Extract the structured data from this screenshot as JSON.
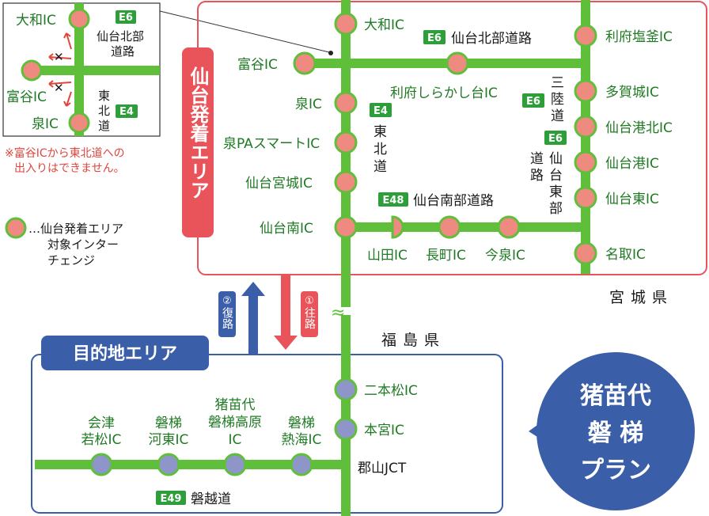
{
  "colors": {
    "road": "#5fbf3a",
    "origin_ic": "#ee8a80",
    "dest_ic": "#8e95c9",
    "origin_frame": "#e8545a",
    "dest_frame": "#3a5fa8",
    "route_tag": "#2e9e3a",
    "plan_bubble": "#3a5fa8"
  },
  "origin_area": {
    "title": "仙台発着エリア",
    "prefecture": "宮城県"
  },
  "dest_area": {
    "title": "目的地エリア",
    "prefecture": "福島県"
  },
  "plan_bubble": {
    "lines": [
      "猪苗代",
      "磐 梯",
      "プラン"
    ]
  },
  "directions": {
    "outbound": {
      "num": "①",
      "label": "往路"
    },
    "return": {
      "num": "②",
      "label": "復路"
    }
  },
  "legend": {
    "lines": [
      "…仙台発着エリア",
      "対象インター",
      "チェンジ"
    ]
  },
  "inset": {
    "interchanges": [
      "大和IC",
      "富谷IC",
      "泉IC"
    ],
    "route_e6": {
      "code": "E6",
      "name_lines": [
        "仙台北部",
        "道路"
      ]
    },
    "route_e4": {
      "code": "E4",
      "name_lines": [
        "東",
        "北",
        "道"
      ]
    },
    "note_lines": [
      "※富谷ICから東北道への",
      "出入りはできません。"
    ]
  },
  "routes": {
    "e6_north": {
      "code": "E6",
      "name": "仙台北部道路"
    },
    "e4": {
      "code": "E4",
      "name_lines": [
        "東",
        "北",
        "道"
      ]
    },
    "e6_sanriku": {
      "code": "E6",
      "name_lines": [
        "三",
        "陸",
        "道"
      ]
    },
    "e6_tobu": {
      "code": "E6",
      "name_lines": [
        "仙",
        "台",
        "東",
        "部"
      ],
      "extra_lines": [
        "道",
        "路"
      ]
    },
    "e48": {
      "code": "E48",
      "name": "仙台南部道路"
    },
    "e49": {
      "code": "E49",
      "name": "磐越道"
    }
  },
  "interchanges": {
    "taiwa": "大和IC",
    "tomiya": "富谷IC",
    "izumi": "泉IC",
    "izumi_pa": "泉PAスマートIC",
    "sendai_miyagi": "仙台宮城IC",
    "sendai_minami": "仙台南IC",
    "rifu_shiokama": "利府塩釜IC",
    "rifu_shirakashi": "利府しらかし台IC",
    "tagajo": "多賀城IC",
    "sendaiko_kita": "仙台港北IC",
    "sendaiko": "仙台港IC",
    "sendai_higashi": "仙台東IC",
    "natori": "名取IC",
    "yamada": "山田IC",
    "nagamachi": "長町IC",
    "imaizumi": "今泉IC",
    "nihonmatsu": "二本松IC",
    "motomiya": "本宮IC",
    "koriyama_jct": "郡山JCT",
    "aizu": [
      "会津",
      "若松IC"
    ],
    "bandai_kawahigashi": [
      "磐梯",
      "河東IC"
    ],
    "inawashiro": [
      "猪苗代",
      "磐梯高原",
      "IC"
    ],
    "bandai_atami": [
      "磐梯",
      "熱海IC"
    ]
  }
}
